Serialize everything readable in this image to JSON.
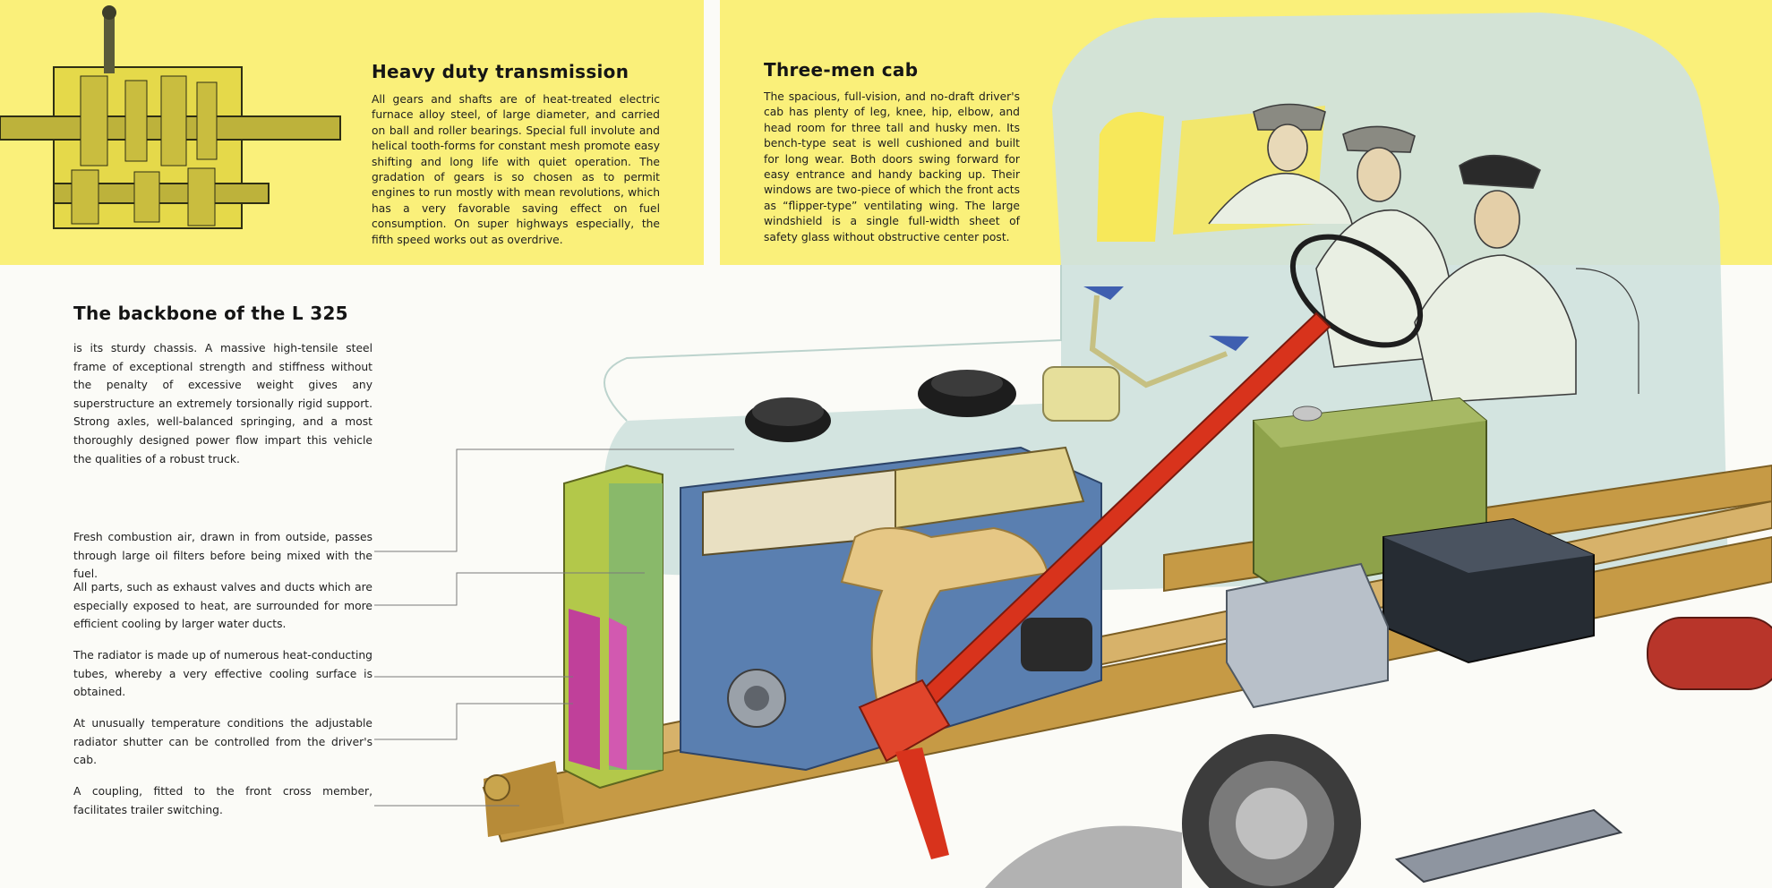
{
  "transmission": {
    "heading": "Heavy duty transmission",
    "text": "All gears and shafts are of heat-treated electric furnace alloy steel, of large diameter, and carried on ball and roller bearings. Special full involute and helical tooth-forms for constant mesh promote easy shifting and long life with quiet operation. The gradation of gears is so chosen as to permit engines to run mostly with mean revolutions, which has a very favorable saving effect on fuel consumption. On super highways especially, the fifth speed works out as overdrive."
  },
  "cab": {
    "heading": "Three-men cab",
    "text": "The spacious, full-vision, and no-draft driver's cab has plenty of leg, knee, hip, elbow, and head room for three tall and husky men. Its bench-type seat is well cushioned and built for long wear. Both doors swing forward for easy entrance and handy backing up. Their windows are two-piece of which the front acts as “flipper-type” ventilating wing. The large windshield is a single full-width sheet of safety glass without obstructive center post."
  },
  "backbone": {
    "heading": "The backbone of the L 325",
    "text": "is its sturdy chassis. A massive high-tensile steel frame of exceptional strength and stiffness without the penalty of excessive weight gives any superstructure an extremely torsionally rigid support. Strong axles, well-balanced springing, and a most thoroughly designed power flow impart this vehicle the qualities of a robust truck."
  },
  "callouts": [
    "Fresh combustion air, drawn in from outside, passes through large oil filters before being mixed with the fuel.",
    "All parts, such as exhaust valves and ducts which are especially exposed to heat, are surrounded for more efficient cooling by larger water ducts.",
    "The radiator is made up of numerous heat-conducting tubes, whereby a very effective cooling surface is obtained.",
    "At unusually temperature conditions the adjustable radiator shutter can be controlled from the driver's cab.",
    "A coupling, fitted to the front cross member, facilitates trailer switching."
  ],
  "colors": {
    "panel_yellow": "#faf07a",
    "cab_blue": "#cfe2dd",
    "frame_tan": "#c69a45",
    "steering_red": "#d8331c",
    "engine_blue": "#5a7fb0",
    "tank_green": "#8ea24a",
    "radiator_magenta": "#c0409a"
  },
  "illustrations": {
    "gearbox": "transmission-gearbox-cutaway",
    "chassis": "truck-chassis-cutaway",
    "crew": "three-men-in-cab"
  }
}
